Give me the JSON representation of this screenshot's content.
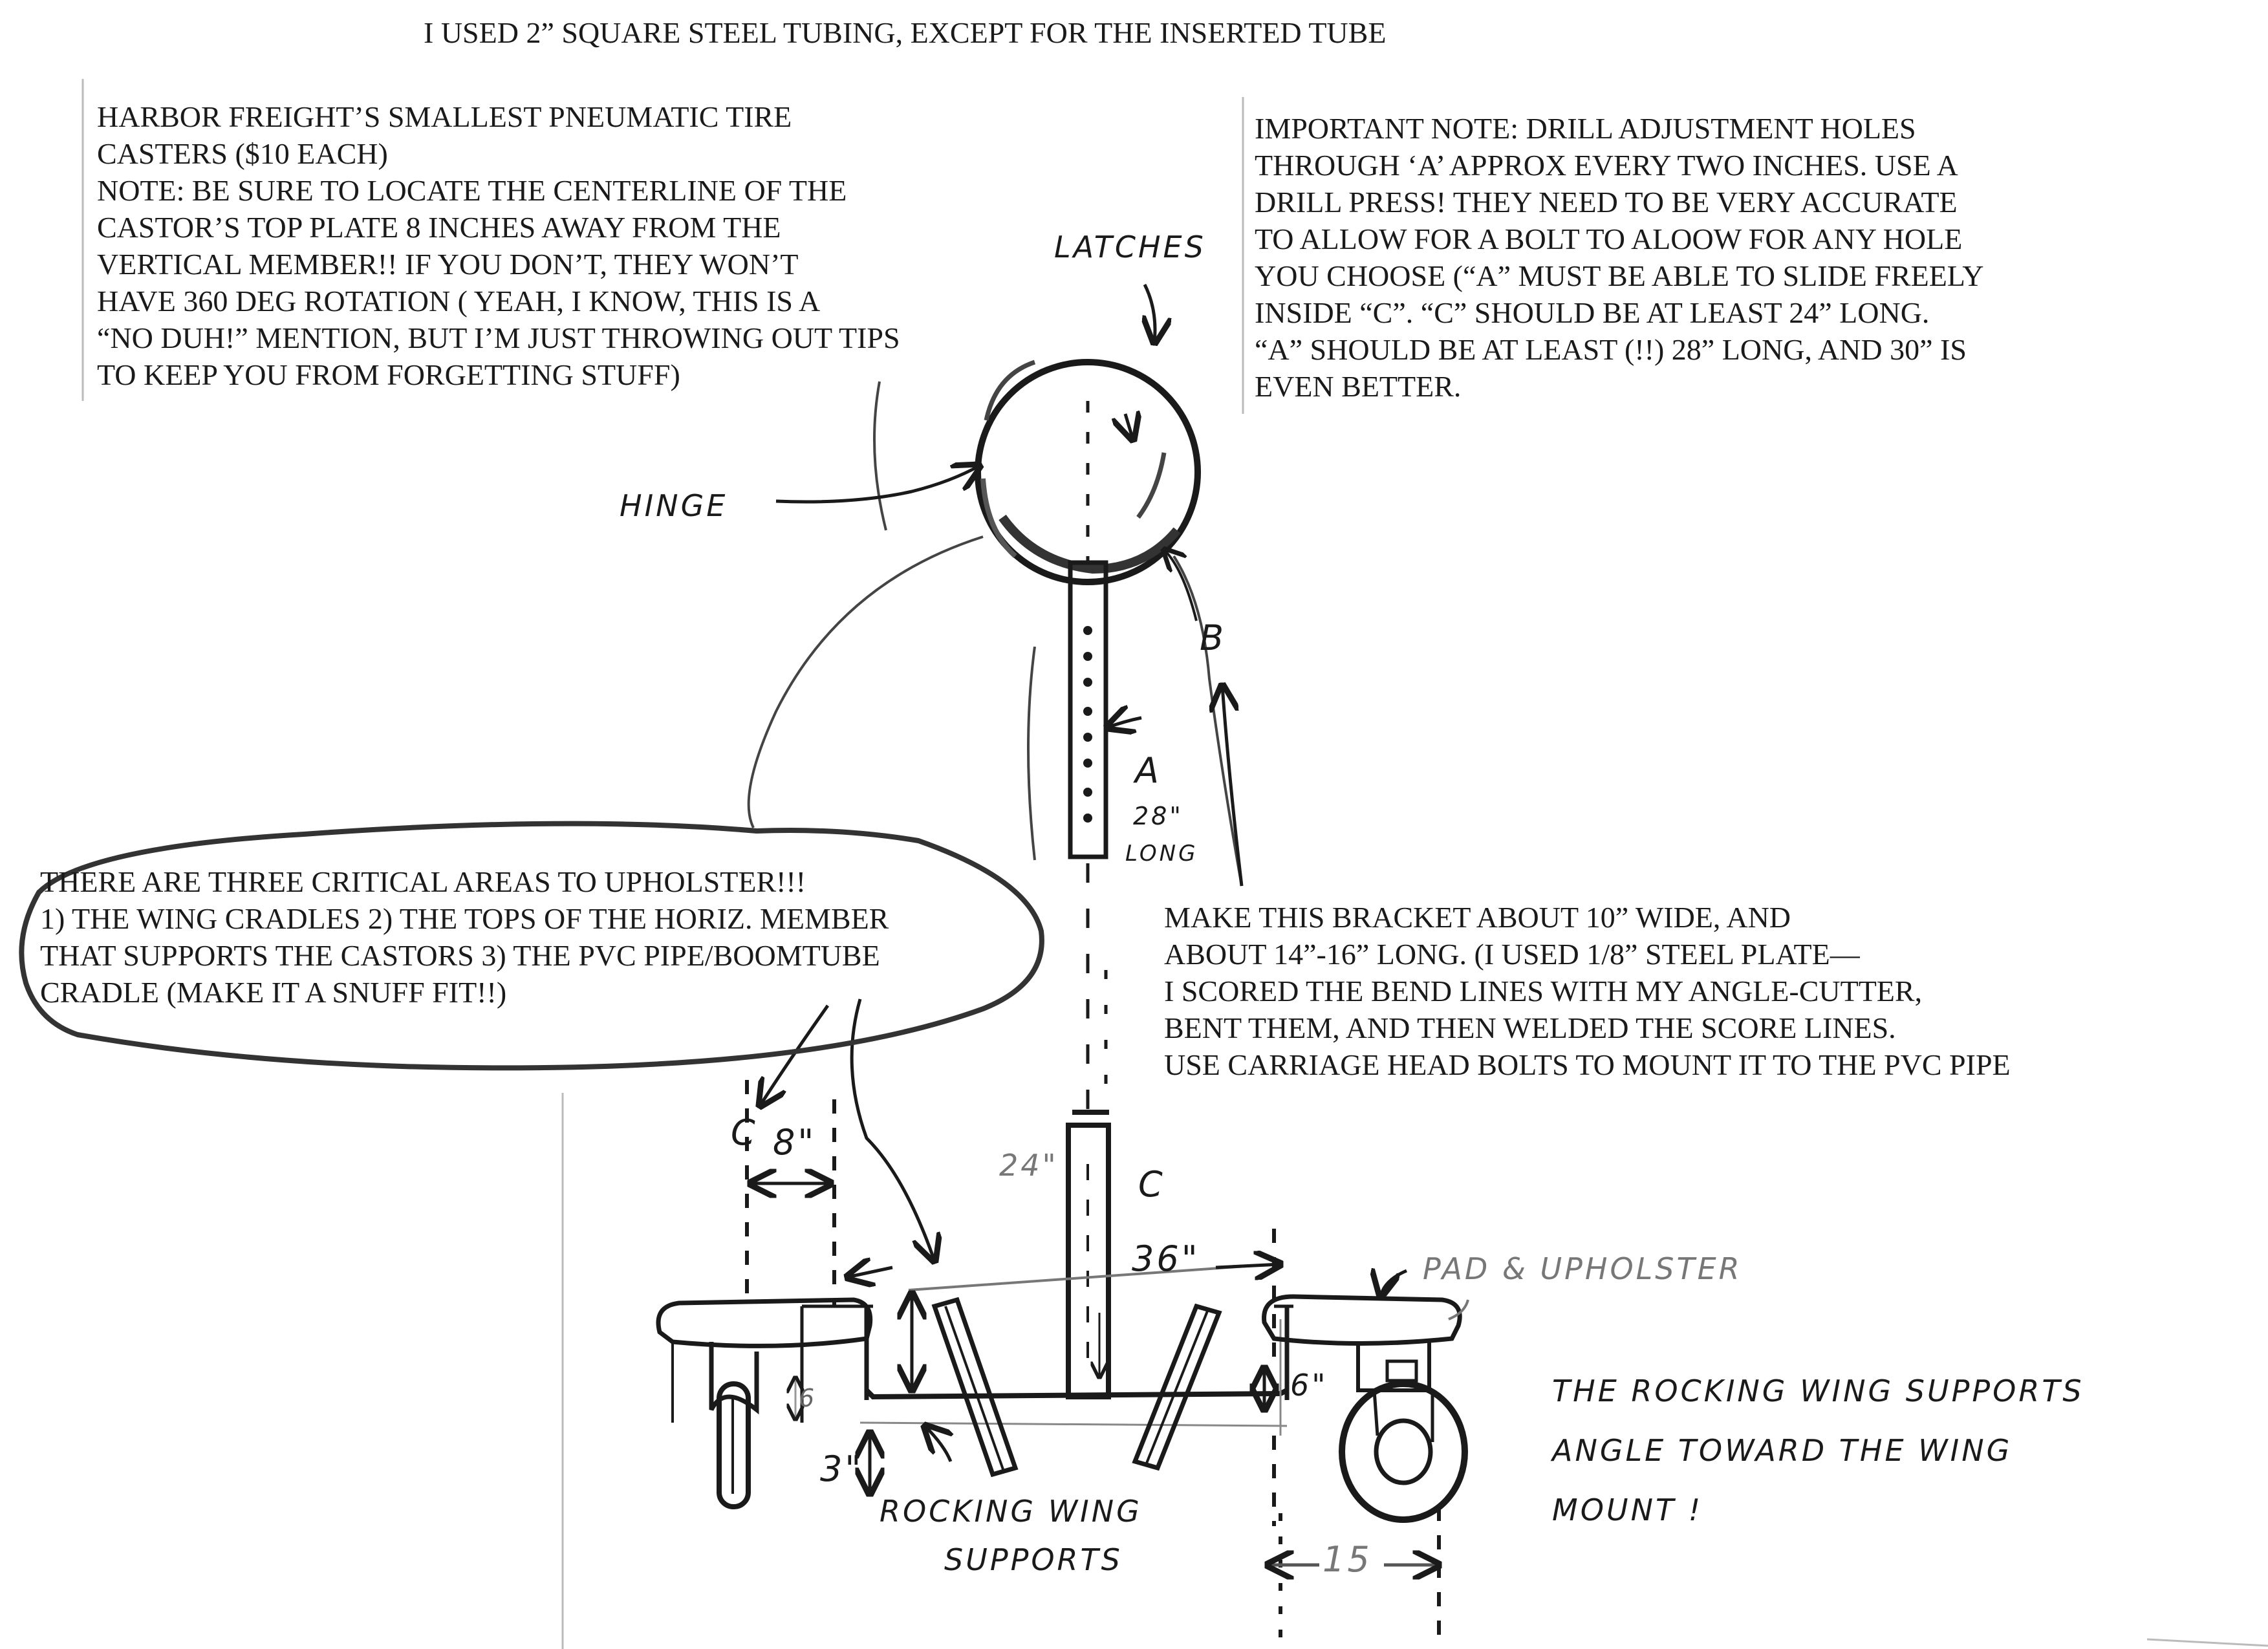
{
  "notes": {
    "top_banner": "I USED 2” SQUARE STEEL TUBING, EXCEPT FOR THE INSERTED TUBE",
    "casters": [
      "HARBOR FREIGHT’S SMALLEST PNEUMATIC TIRE",
      "CASTERS ($10 EACH)",
      "NOTE:  BE SURE TO LOCATE THE CENTERLINE OF THE",
      "CASTOR’S TOP PLATE   8 INCHES  AWAY FROM THE",
      "VERTICAL MEMBER!!  IF YOU DON’T, THEY WON’T",
      "HAVE 360 DEG ROTATION   ( YEAH, I KNOW, THIS IS A",
      "“NO DUH!” MENTION, BUT I’M JUST THROWING OUT TIPS",
      "TO KEEP YOU FROM FORGETTING STUFF)"
    ],
    "important": [
      "IMPORTANT NOTE:  DRILL ADJUSTMENT HOLES",
      "THROUGH  ‘A’ APPROX EVERY TWO INCHES.   USE A",
      "DRILL PRESS! THEY NEED TO BE VERY ACCURATE",
      "TO ALLOW FOR A BOLT TO ALOOW FOR ANY HOLE",
      "YOU CHOOSE (“A” MUST BE ABLE TO SLIDE FREELY",
      "INSIDE “C”.  “C” SHOULD BE AT LEAST 24” LONG.",
      " “A” SHOULD BE AT LEAST (!!) 28” LONG, AND 30” IS",
      "EVEN BETTER."
    ],
    "upholster": [
      "THERE ARE THREE CRITICAL AREAS TO UPHOLSTER!!!",
      "1) THE WING CRADLES     2)  THE TOPS OF THE HORIZ. MEMBER",
      "THAT SUPPORTS THE CASTORS  3)  THE PVC PIPE/BOOMTUBE",
      "CRADLE (MAKE IT A SNUFF FIT!!)"
    ],
    "bracket": [
      "MAKE THIS BRACKET ABOUT 10” WIDE, AND",
      "ABOUT 14”-16” LONG.  (I USED 1/8” STEEL PLATE—",
      "I SCORED THE BEND LINES WITH MY ANGLE-CUTTER,",
      "BENT THEM, AND THEN WELDED THE SCORE LINES.",
      "USE CARRIAGE HEAD BOLTS TO MOUNT IT TO THE PVC PIPE"
    ]
  },
  "labels": {
    "latches": "LATCHES",
    "hinge": "HINGE",
    "b": "B",
    "a": "A",
    "a_len_1": "28\"",
    "a_len_2": "LONG",
    "c_left": "C",
    "c_center": "C",
    "dim_8": "8\"",
    "dim_24": "24\"",
    "dim_36": "36\"",
    "dim_6_left": "6",
    "dim_6_right": "6\"",
    "dim_3": "3\"",
    "dim_15": "15",
    "pad_upholster": "PAD & UPHOLSTER",
    "rocking_1": "ROCKING WING",
    "rocking_2": "SUPPORTS",
    "rocking_note": [
      "THE ROCKING WING SUPPORTS",
      "ANGLE TOWARD THE WING",
      "MOUNT !"
    ]
  }
}
